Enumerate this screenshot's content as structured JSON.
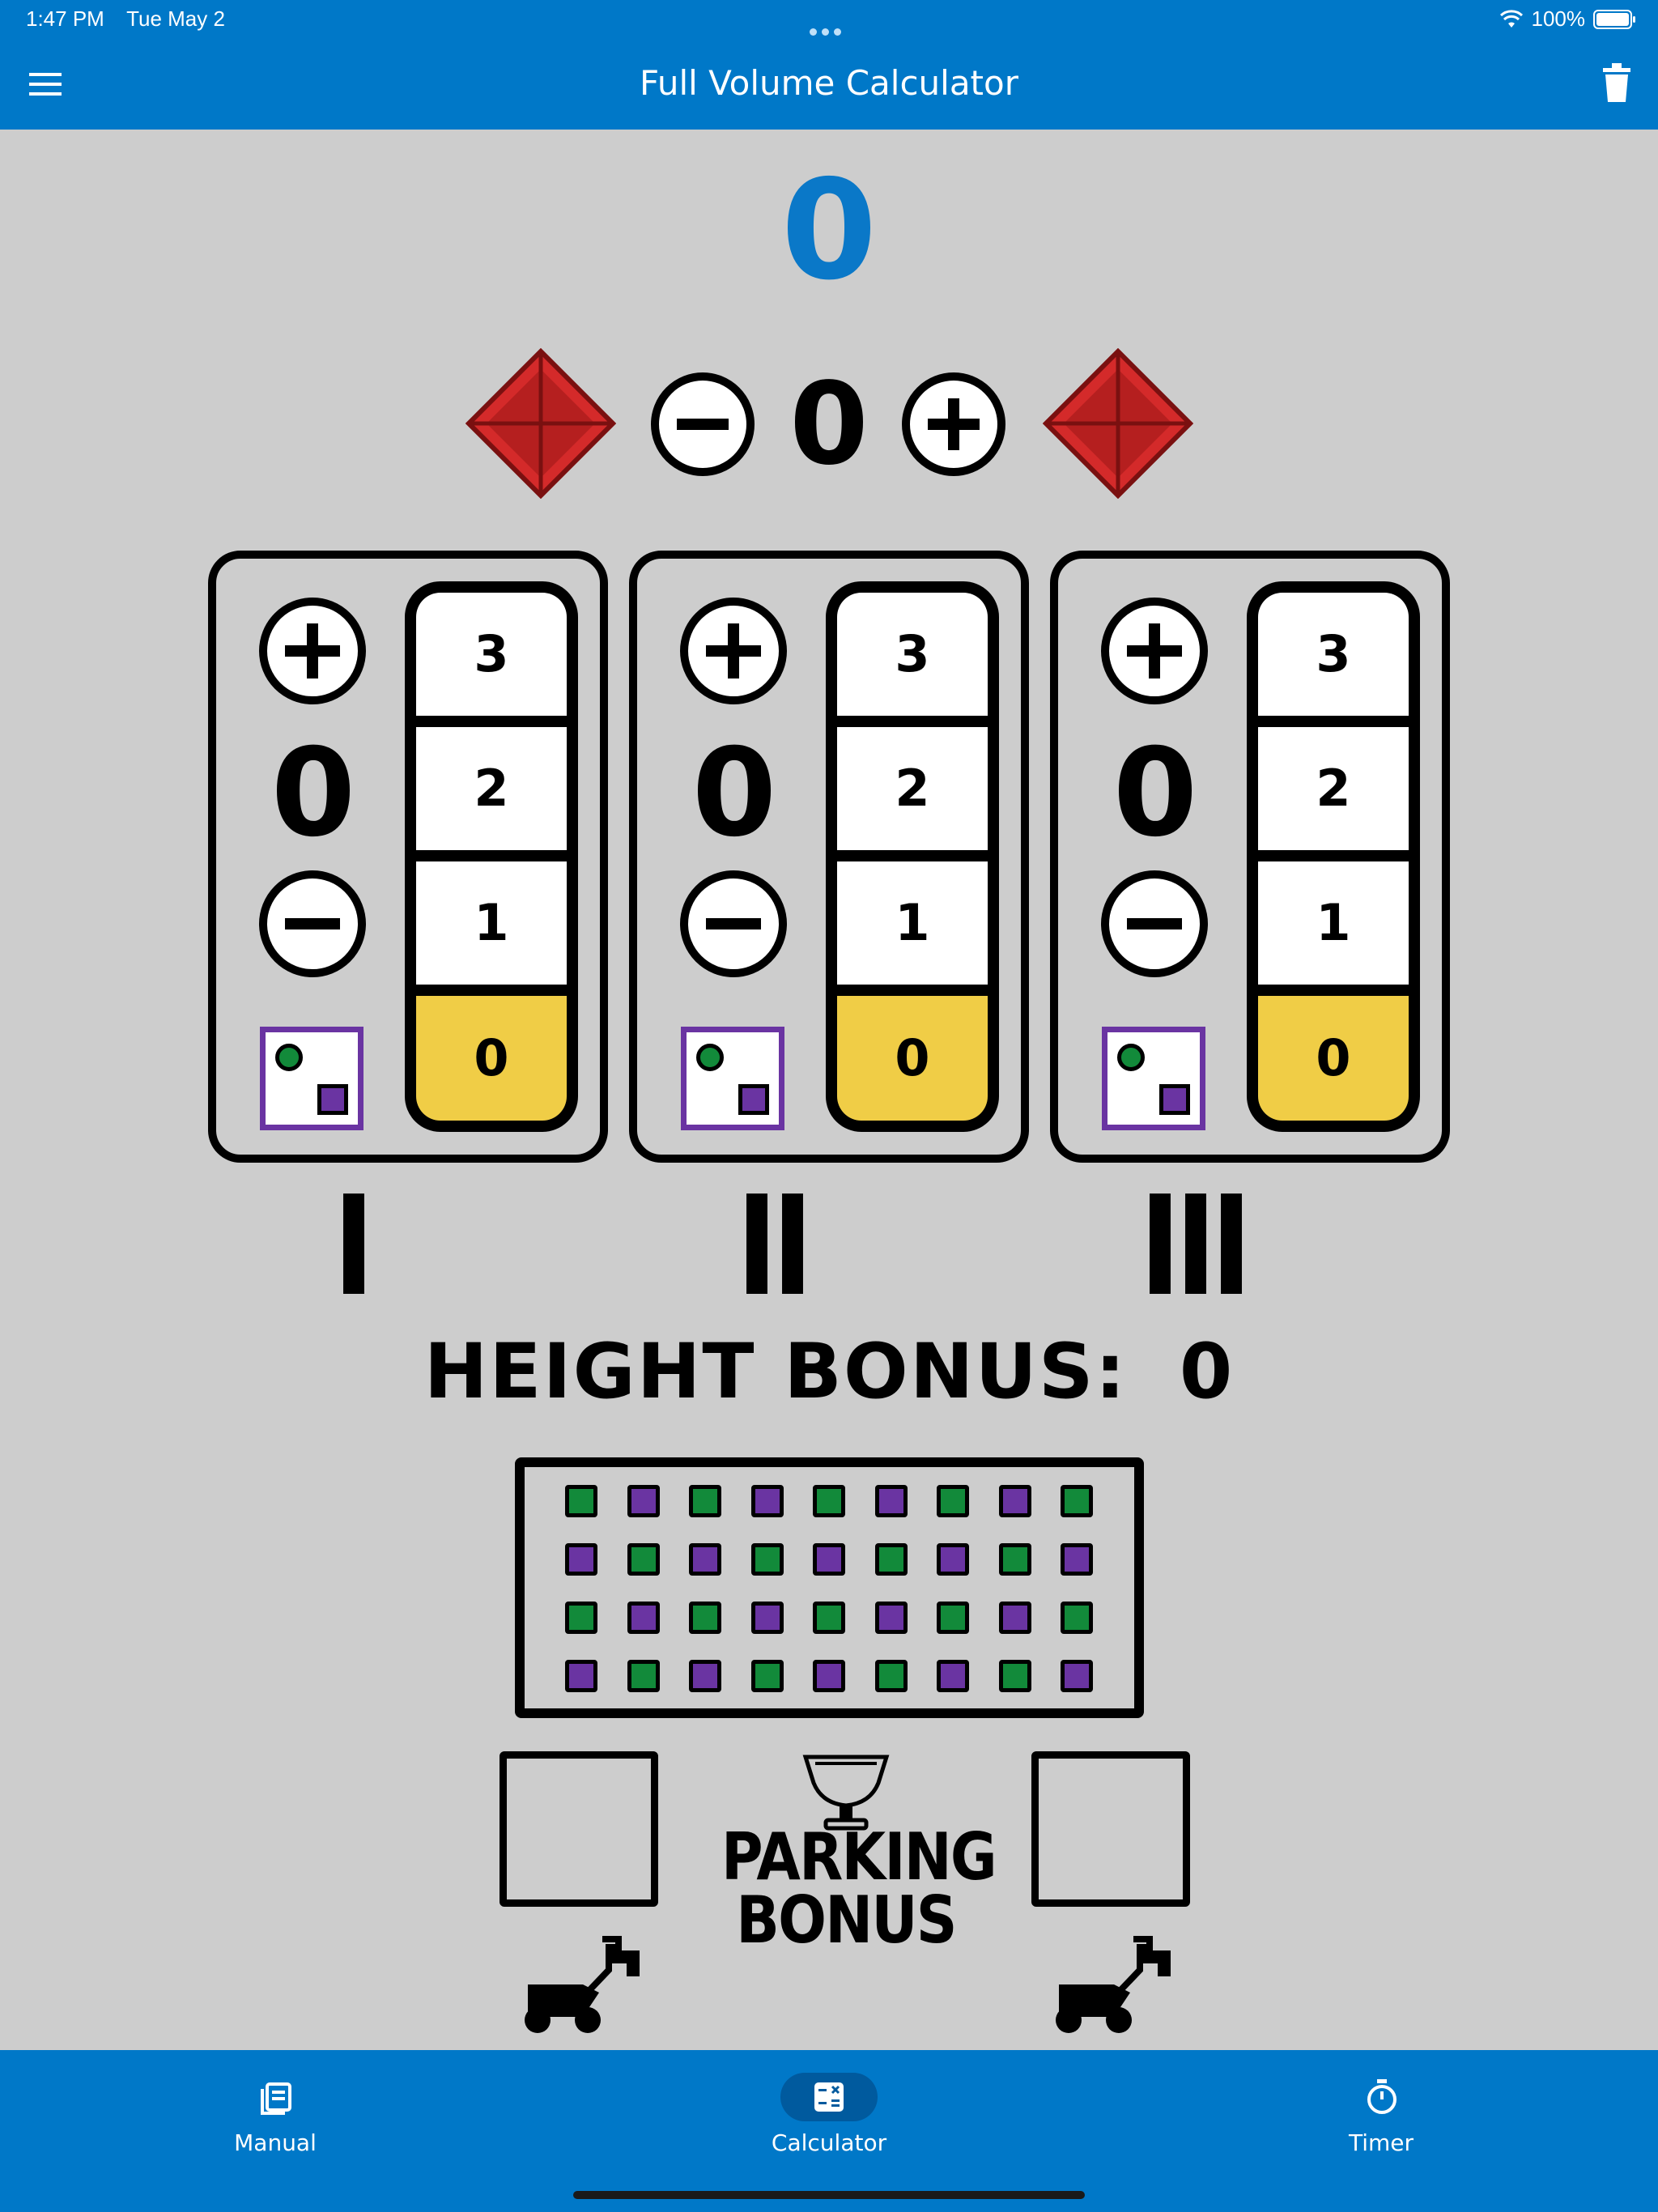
{
  "status_bar": {
    "time": "1:47 PM",
    "date": "Tue May 2",
    "battery": "100%"
  },
  "app_bar": {
    "title": "Full Volume Calculator"
  },
  "total_score": "0",
  "cone_counter": {
    "value": "0"
  },
  "towers": [
    {
      "count": "0",
      "levels": [
        "3",
        "2",
        "1",
        "0"
      ],
      "selected_level": "0",
      "label": "I"
    },
    {
      "count": "0",
      "levels": [
        "3",
        "2",
        "1",
        "0"
      ],
      "selected_level": "0",
      "label": "II"
    },
    {
      "count": "0",
      "levels": [
        "3",
        "2",
        "1",
        "0"
      ],
      "selected_level": "0",
      "label": "III"
    }
  ],
  "height_bonus": {
    "label": "HEIGHT BONUS:",
    "value": "0"
  },
  "cube_grid": {
    "rows": [
      [
        "green",
        "purple",
        "green",
        "purple",
        "green",
        "purple",
        "green",
        "purple",
        "green"
      ],
      [
        "purple",
        "green",
        "purple",
        "green",
        "purple",
        "green",
        "purple",
        "green",
        "purple"
      ],
      [
        "green",
        "purple",
        "green",
        "purple",
        "green",
        "purple",
        "green",
        "purple",
        "green"
      ],
      [
        "purple",
        "green",
        "purple",
        "green",
        "purple",
        "green",
        "purple",
        "green",
        "purple"
      ]
    ]
  },
  "parking": {
    "line1": "PARKING",
    "line2": "BONUS"
  },
  "tabs": [
    {
      "label": "Manual",
      "icon": "manual-icon",
      "active": false
    },
    {
      "label": "Calculator",
      "icon": "calculator-icon",
      "active": true
    },
    {
      "label": "Timer",
      "icon": "timer-icon",
      "active": false
    }
  ],
  "colors": {
    "accent": "#0078c8",
    "background": "#cdcdcd",
    "selected": "#f0cd46",
    "green": "#128a3a",
    "purple": "#6a34a2",
    "cone_red": "#d42a2a"
  }
}
